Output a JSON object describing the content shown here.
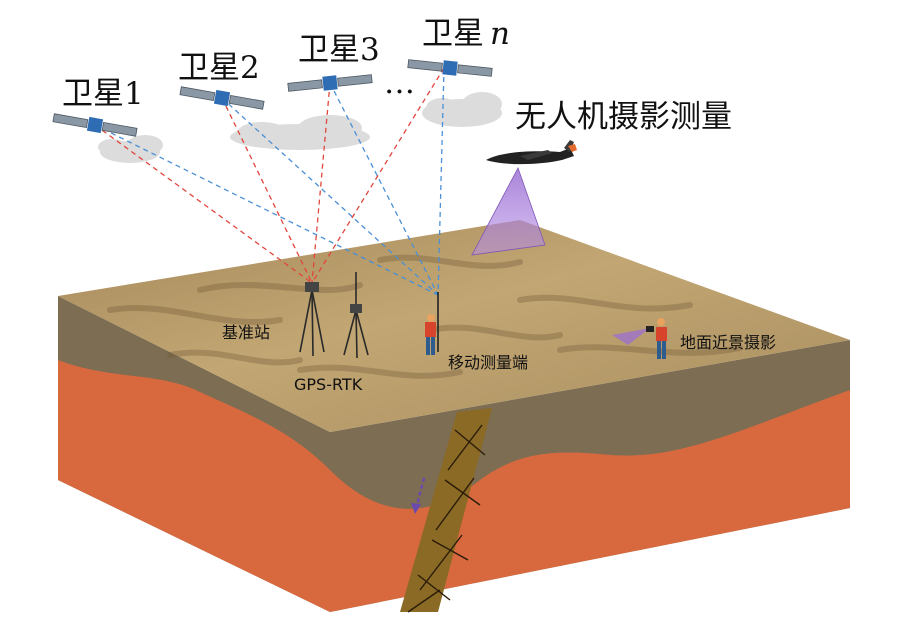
{
  "satellites": [
    {
      "label": "卫星1"
    },
    {
      "label": "卫星2"
    },
    {
      "label": "卫星3"
    },
    {
      "label": "卫星",
      "suffix": "n"
    }
  ],
  "ellipsis": "…",
  "uav": {
    "label": "无人机摄影测量"
  },
  "ground": {
    "base_station": "基准站",
    "gps_rtk": "GPS-RTK",
    "mobile_survey": "移动测量端",
    "close_range": "地面近景摄影"
  },
  "colors": {
    "signal_red": "#e0463c",
    "signal_blue": "#4a8fd6",
    "surface": "#b39563",
    "soil_layer": "#807055",
    "rock_layer": "#d96a45",
    "fault": "#8a6a24",
    "cone": "#9b6fd2"
  }
}
